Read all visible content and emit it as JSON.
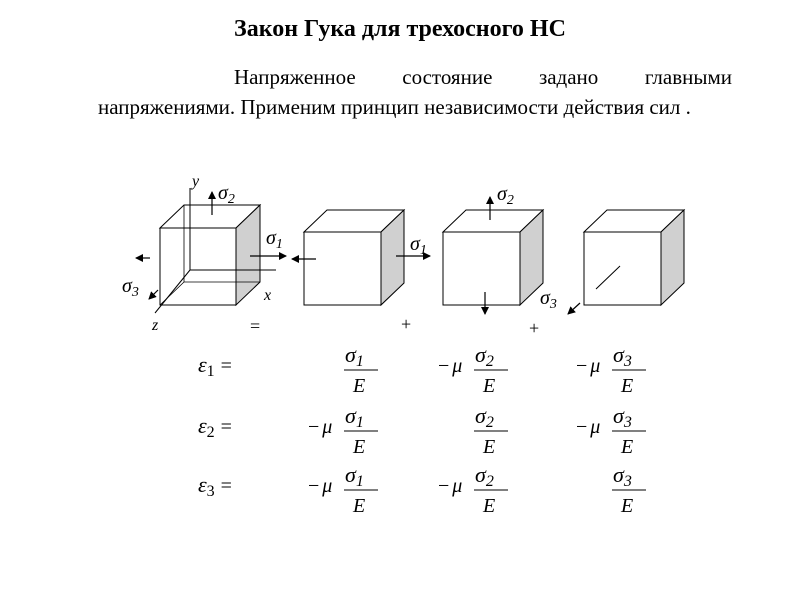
{
  "slide": {
    "title": "Закон Гука для трехосного НС",
    "intro": "Напряженное состояние задано главными напряжениями. Применим принцип независимости действия сил ."
  },
  "diagram": {
    "axis_labels": {
      "y": "y",
      "x": "x",
      "z": "z"
    },
    "stress_symbol": "σ",
    "stress_indices": {
      "one": "1",
      "two": "2",
      "three": "3"
    },
    "operators": {
      "equals": "=",
      "plus_1": "+",
      "plus_2": "+"
    }
  },
  "equations": {
    "strain_symbol": "ε",
    "equals": "=",
    "minus": "−",
    "mu": "μ",
    "modulus": "E",
    "rows": [
      {
        "lhs_index": "1",
        "terms": [
          {
            "coef": false,
            "sigma_index": "1"
          },
          {
            "coef": true,
            "sigma_index": "2"
          },
          {
            "coef": true,
            "sigma_index": "3"
          }
        ]
      },
      {
        "lhs_index": "2",
        "terms": [
          {
            "coef": true,
            "sigma_index": "1"
          },
          {
            "coef": false,
            "sigma_index": "2"
          },
          {
            "coef": true,
            "sigma_index": "3"
          }
        ]
      },
      {
        "lhs_index": "3",
        "terms": [
          {
            "coef": true,
            "sigma_index": "1"
          },
          {
            "coef": true,
            "sigma_index": "2"
          },
          {
            "coef": false,
            "sigma_index": "3"
          }
        ]
      }
    ]
  }
}
